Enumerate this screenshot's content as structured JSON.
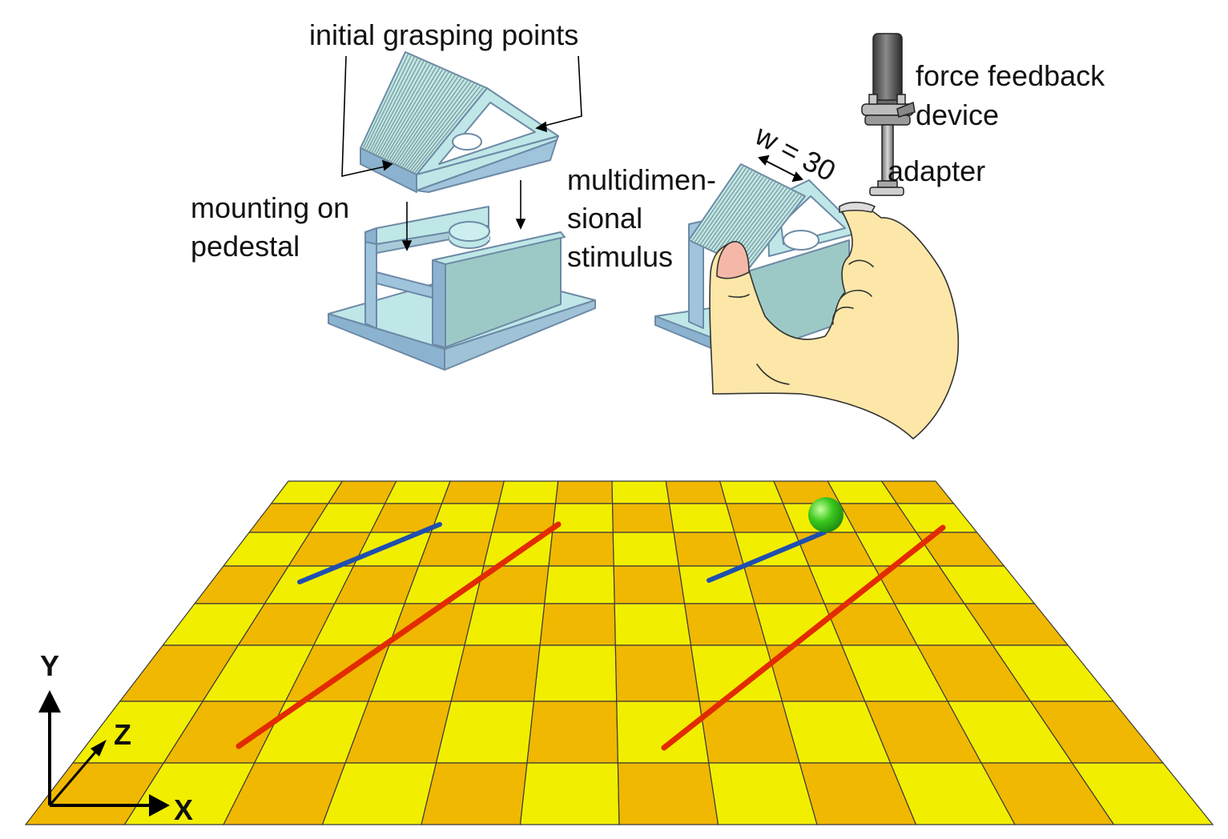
{
  "labels": {
    "initial_grasping_points": "initial grasping points",
    "force_feedback_line1": "force feedback",
    "force_feedback_line2": "device",
    "adapter": "adapter",
    "width_label": "w = 30",
    "mounting_line1": "mounting on",
    "mounting_line2": "pedestal",
    "stimulus_line1": "multidimen-",
    "stimulus_line2": "sional",
    "stimulus_line3": "stimulus"
  },
  "axes": {
    "x": "X",
    "y": "Y",
    "z": "Z"
  },
  "colors": {
    "board_yellow": "#f2ee00",
    "board_orange": "#f0b800",
    "stimulus_fill": "#bfe7e7",
    "stimulus_shade": "#9cc9c6",
    "ridge": "#8fa8a8",
    "hand": "#fde7a8",
    "red_line": "#e22b00",
    "blue_line": "#1e4fb0",
    "green_ball": "#39c81e"
  },
  "icons": {
    "stimulus": "grasp-stimulus-icon",
    "pedestal": "pedestal-icon",
    "hand": "hand-icon",
    "device": "force-feedback-device-icon"
  }
}
